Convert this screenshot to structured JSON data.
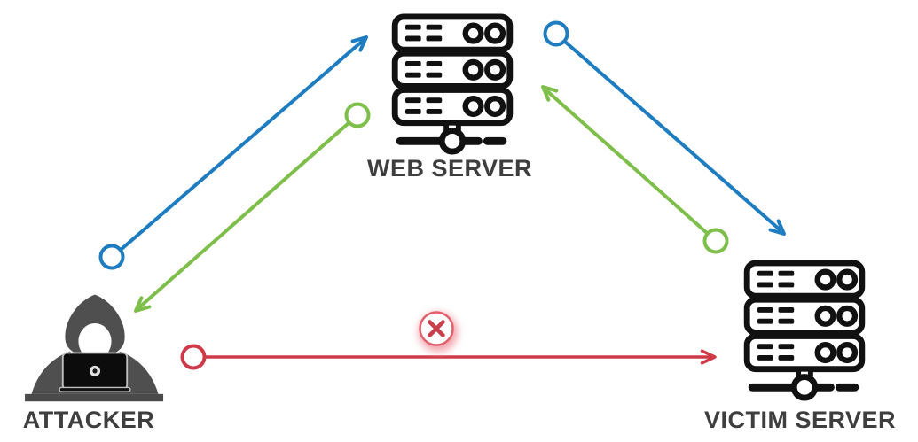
{
  "nodes": {
    "attacker": {
      "label": "ATTACKER",
      "icon": "hooded-hacker-with-laptop"
    },
    "web_server": {
      "label": "WEB SERVER",
      "icon": "server-rack"
    },
    "victim_server": {
      "label": "VICTIM SERVER",
      "icon": "server-rack"
    }
  },
  "edges": {
    "attacker_to_web": {
      "from": "attacker",
      "to": "web_server",
      "color": "#1e7cc0",
      "style": "line-with-origin-dot-and-arrowhead"
    },
    "web_to_attacker": {
      "from": "web_server",
      "to": "attacker",
      "color": "#7dbf4a",
      "style": "line-with-origin-dot-and-arrowhead"
    },
    "web_to_victim": {
      "from": "web_server",
      "to": "victim_server",
      "color": "#1e7cc0",
      "style": "line-with-origin-dot-and-arrowhead"
    },
    "victim_to_web": {
      "from": "victim_server",
      "to": "web_server",
      "color": "#7dbf4a",
      "style": "line-with-origin-dot-and-arrowhead"
    },
    "attacker_to_victim": {
      "from": "attacker",
      "to": "victim_server",
      "color": "#cf3a48",
      "status": "blocked",
      "blocked_marker": "x-circle"
    }
  },
  "blocked_badge": {
    "ring_color": "#e0606c",
    "x_color": "#ca3d4a",
    "glow_color": "#f2a3ab"
  },
  "colors": {
    "blue": "#1e7cc0",
    "green": "#7dbf4a",
    "red": "#cf3a48",
    "label_text": "#3e3e3e",
    "icon_stroke": "#111111",
    "figure_gray": "#4f4f4f"
  }
}
